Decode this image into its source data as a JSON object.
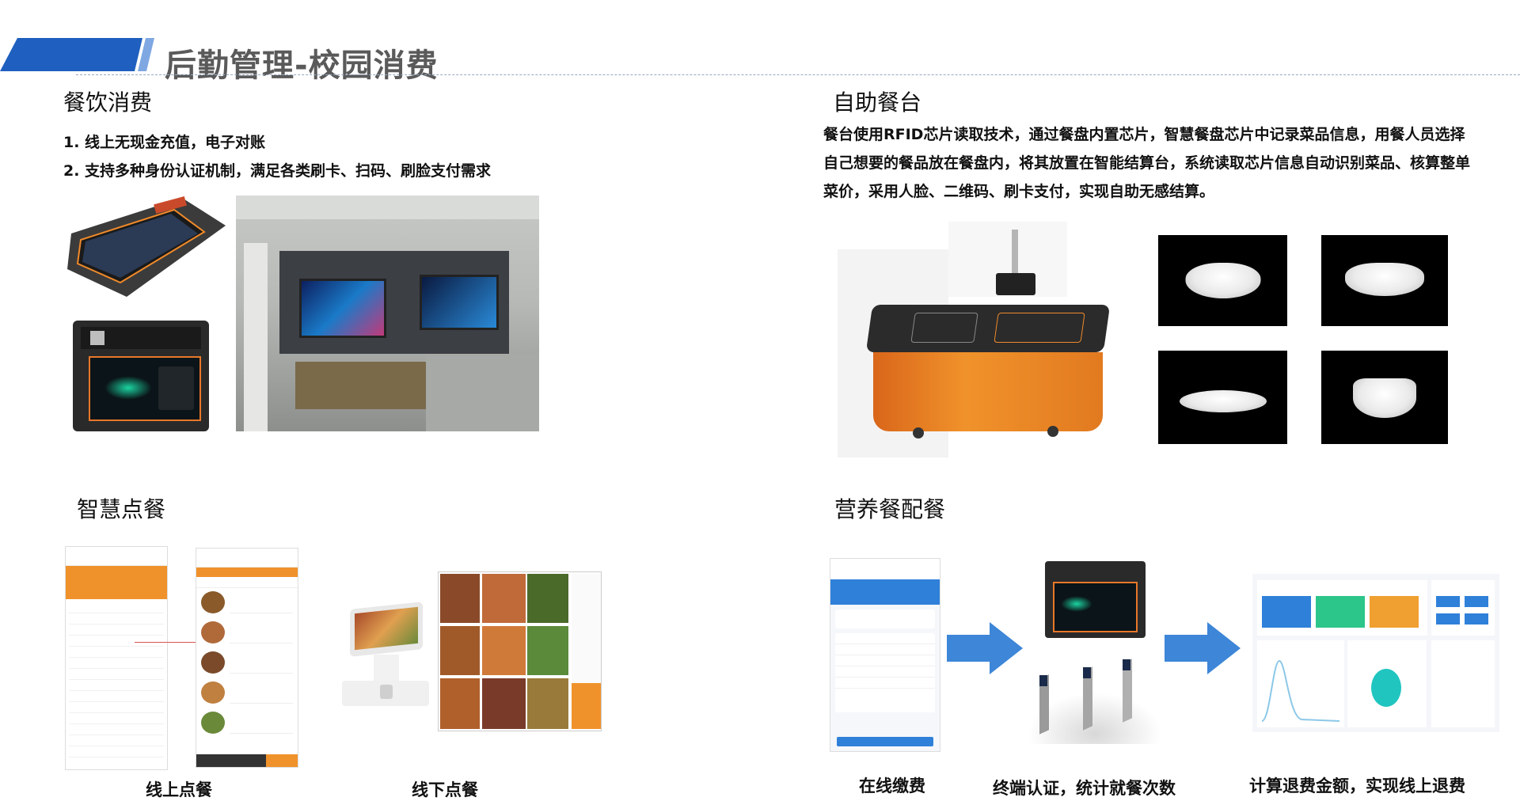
{
  "header": {
    "title": "后勤管理-校园消费"
  },
  "catering": {
    "title": "餐饮消费",
    "points": [
      "1. 线上无现金充值，电子对账",
      "2. 支持多种身份认证机制，满足各类刷卡、扫码、刷脸支付需求"
    ]
  },
  "selfservice": {
    "title": "自助餐台",
    "description": "餐台使用RFID芯片读取技术，通过餐盘内置芯片，智慧餐盘芯片中记录菜品信息，用餐人员选择自己想要的餐品放在餐盘内，将其放置在智能结算台，系统读取芯片信息自动识别菜品、核算整单菜价，采用人脸、二维码、刷卡支付，实现自助无感结算。"
  },
  "ordering": {
    "title": "智慧点餐",
    "online_caption": "线上点餐",
    "offline_caption": "线下点餐"
  },
  "nutrition": {
    "title": "营养餐配餐",
    "captions": [
      "在线缴费",
      "终端认证，统计就餐次数",
      "计算退费金额，实现线上退费"
    ]
  },
  "colors": {
    "accent_blue": "#1f5fbf",
    "arrow_blue": "#3d86d8",
    "orange": "#f0922b",
    "teal": "#20c5c0"
  }
}
